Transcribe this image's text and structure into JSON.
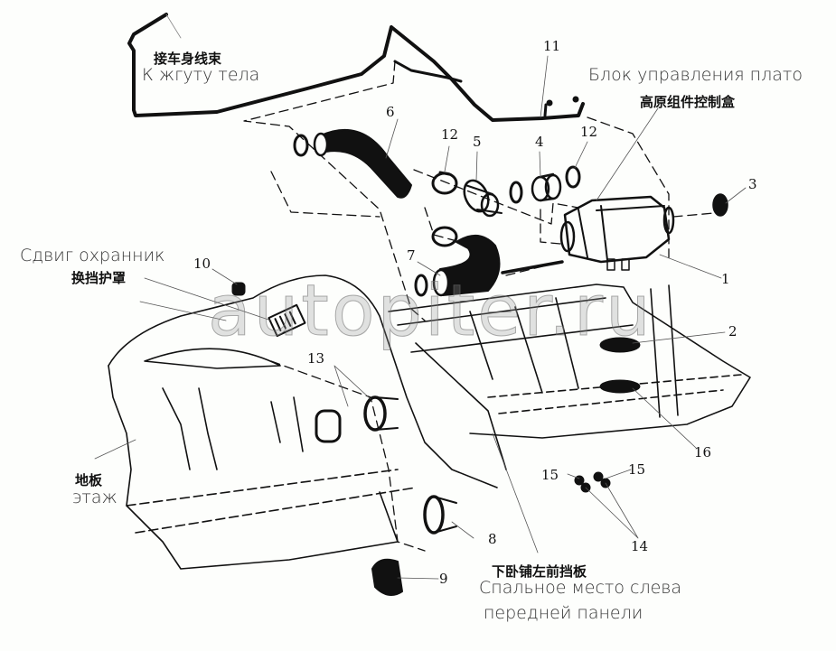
{
  "diagram": {
    "watermark": "autopiter.ru",
    "colors": {
      "ink": "#111111",
      "background": "#fdfefc",
      "label_ru": "#333333"
    },
    "labels": [
      {
        "id": "harness",
        "cn": "接车身线束",
        "ru": "К жгуту тела"
      },
      {
        "id": "control-box",
        "cn": "高原组件控制盒",
        "ru": "Блок управления плато"
      },
      {
        "id": "shift-guard",
        "cn": "换挡护罩",
        "ru": "Сдвиг охранник"
      },
      {
        "id": "floor",
        "cn": "地板",
        "ru": "этаж"
      },
      {
        "id": "berth-panel",
        "cn": "下卧铺左前挡板",
        "ru_line1": "Спальное место слева",
        "ru_line2": "передней панели"
      }
    ],
    "callouts": {
      "c1": "1",
      "c2": "2",
      "c3": "3",
      "c4": "4",
      "c5": "5",
      "c6": "6",
      "c7": "7",
      "c8": "8",
      "c9": "9",
      "c10": "10",
      "c11": "11",
      "c12a": "12",
      "c12b": "12",
      "c13": "13",
      "c14": "14",
      "c15a": "15",
      "c15b": "15",
      "c16": "16"
    }
  }
}
